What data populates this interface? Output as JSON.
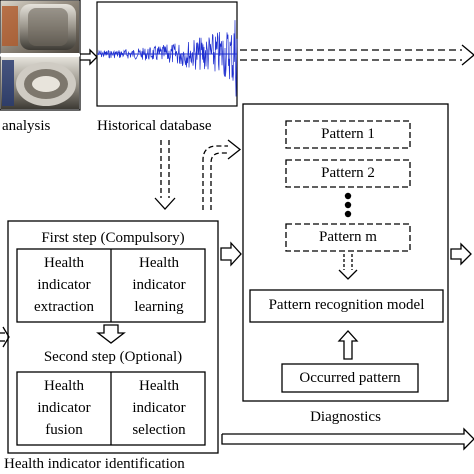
{
  "captions": {
    "analysis": "analysis",
    "historical_database": "Historical database",
    "diagnostics": "Diagnostics",
    "health_indicator_identification": "Health indicator identification"
  },
  "steps": {
    "first": "First step (Compulsory)",
    "second": "Second step (Optional)"
  },
  "cells": {
    "extraction": "Health indicator extraction",
    "learning": "Health indicator learning",
    "fusion": "Health indicator fusion",
    "selection": "Health indicator selection"
  },
  "patterns": {
    "p1": "Pattern 1",
    "p2": "Pattern 2",
    "pm": "Pattern m",
    "model": "Pattern recognition model",
    "occurred": "Occurred pattern"
  },
  "colors": {
    "signal": "#1f2fd0",
    "line": "#000000"
  }
}
